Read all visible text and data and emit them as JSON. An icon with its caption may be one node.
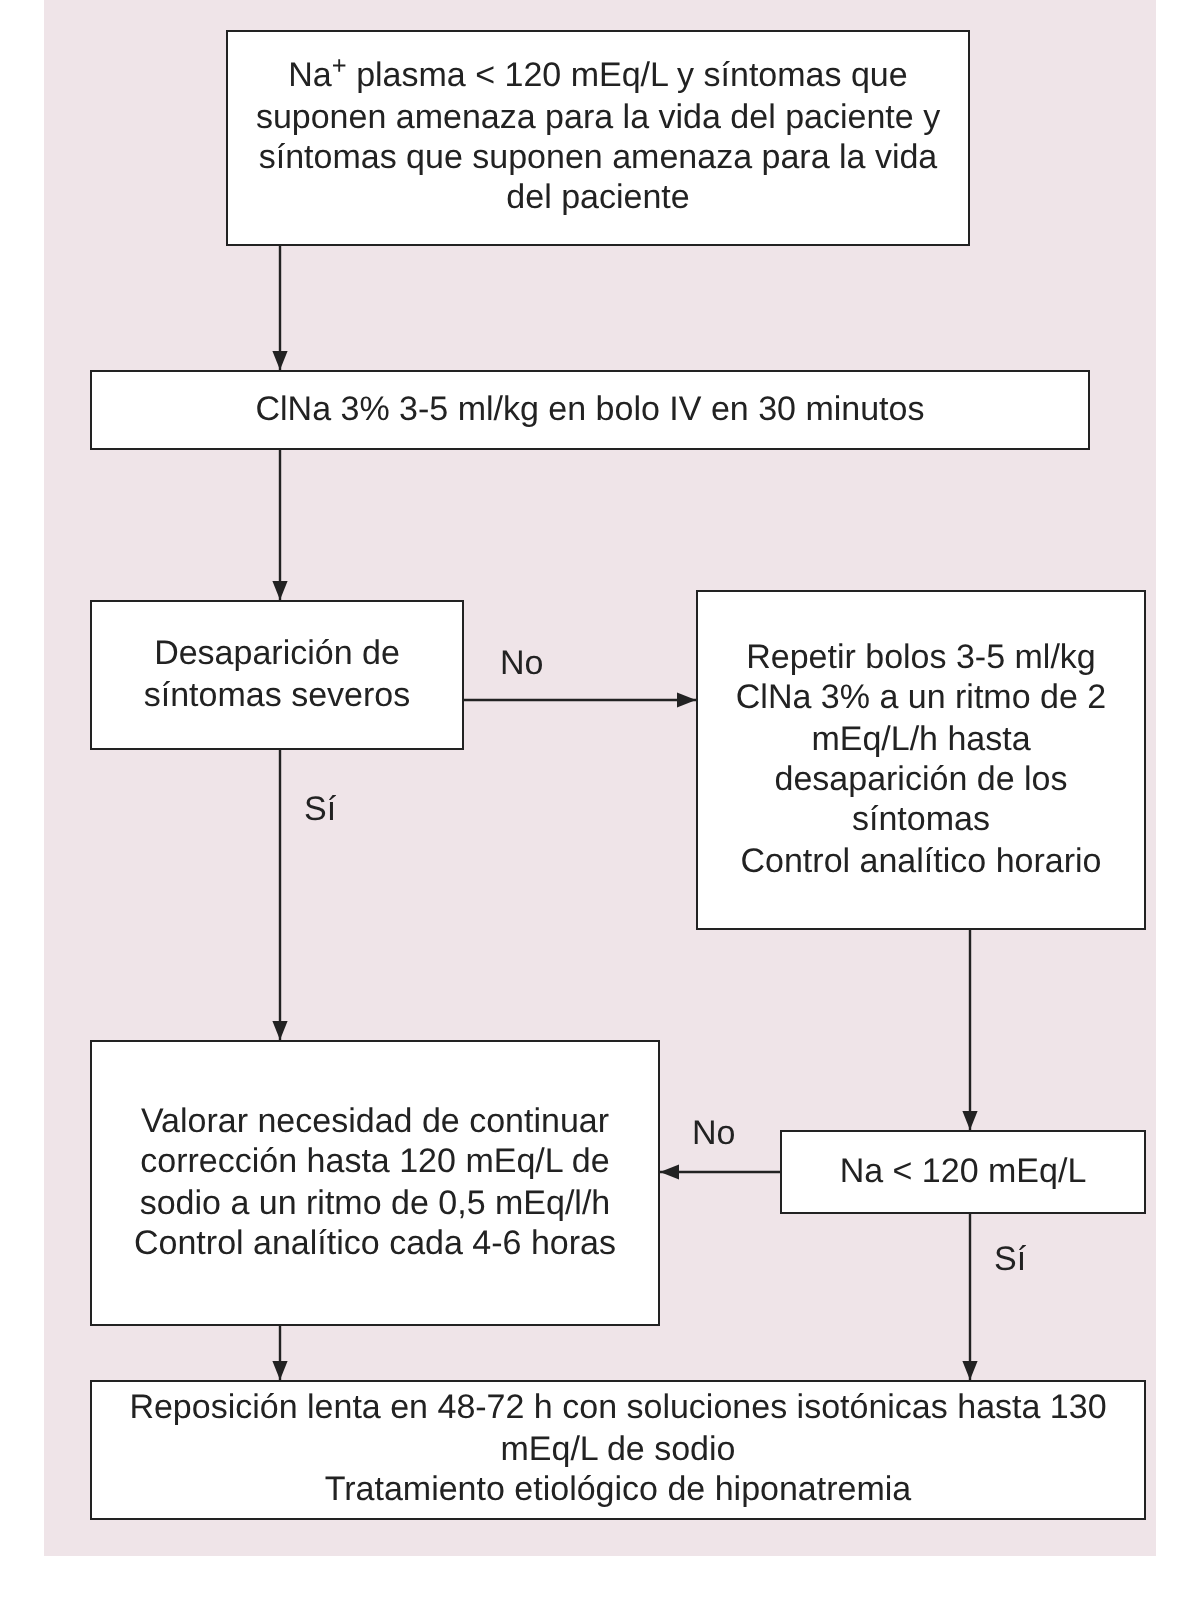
{
  "diagram": {
    "nodes": [
      {
        "text": [
          "Na$^{+}$ plasma < 120 mEq/L y síntomas que suponen amenaza para la vida del paciente y síntomas que suponen amenaza para la vida del paciente"
        ]
      },
      {
        "text": [
          "ClNa 3% 3-5 ml/kg en bolo IV en 30 minutos"
        ]
      },
      {
        "text": [
          "Desaparición de síntomas severos"
        ]
      },
      {
        "text": [
          "Repetir bolos 3-5 ml/kg ClNa 3% a un ritmo de 2 mEq/L/h hasta desaparición de los síntomas",
          "Control analítico horario"
        ]
      },
      {
        "text": [
          "Valorar necesidad de continuar corrección hasta 120 mEq/L de sodio a un ritmo de 0,5 mEq/l/h",
          "Control analítico cada 4-6 horas"
        ]
      },
      {
        "text": [
          "Na < 120 mEq/L"
        ]
      },
      {
        "text": [
          "Reposición lenta en 48-72 h con soluciones isotónicas hasta 130 mEq/L de sodio",
          "Tratamiento etiológico de hiponatremia"
        ]
      }
    ],
    "edges": [
      {
        "from": 0,
        "to": 1,
        "arrow": "to"
      },
      {
        "from": 1,
        "to": 2,
        "arrow": "to"
      },
      {
        "from": 2,
        "to": 3,
        "arrow": "to",
        "label": "No"
      },
      {
        "from": 2,
        "to": 4,
        "arrow": "to",
        "label": "Sí"
      },
      {
        "from": 3,
        "to": 5,
        "arrow": "to"
      },
      {
        "from": 5,
        "to": 4,
        "arrow": "to",
        "label": "No"
      },
      {
        "from": 5,
        "to": 6,
        "arrow": "to",
        "label": "Sí"
      },
      {
        "from": 4,
        "to": 6,
        "arrow": "to"
      }
    ]
  }
}
